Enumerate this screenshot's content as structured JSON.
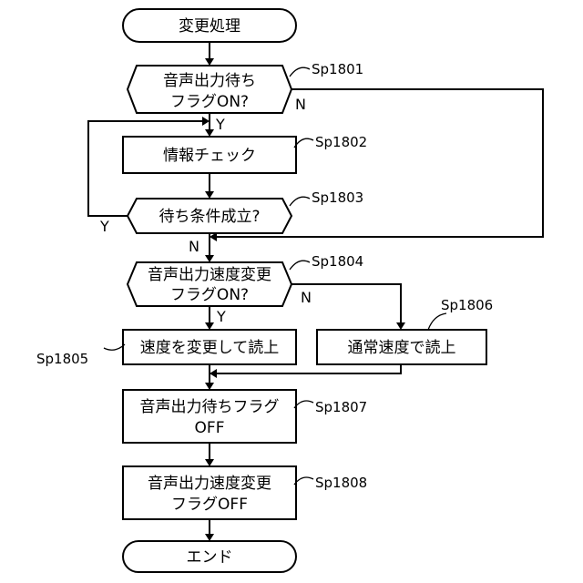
{
  "nodes": {
    "start": {
      "text": "変更処理"
    },
    "d1801": {
      "line1": "音声出力待ち",
      "line2": "フラグON?",
      "label": "Sp1801"
    },
    "p1802": {
      "text": "情報チェック",
      "label": "Sp1802"
    },
    "d1803": {
      "text": "待ち条件成立?",
      "label": "Sp1803"
    },
    "d1804": {
      "line1": "音声出力速度変更",
      "line2": "フラグON?",
      "label": "Sp1804"
    },
    "p1805": {
      "text": "速度を変更して読上",
      "label": "Sp1805"
    },
    "p1806": {
      "text": "通常速度で読上",
      "label": "Sp1806"
    },
    "p1807": {
      "line1": "音声出力待ちフラグ",
      "line2": "OFF",
      "label": "Sp1807"
    },
    "p1808": {
      "line1": "音声出力速度変更",
      "line2": "フラグOFF",
      "label": "Sp1808"
    },
    "end": {
      "text": "エンド"
    }
  },
  "branch": {
    "yes": "Y",
    "no": "N"
  }
}
